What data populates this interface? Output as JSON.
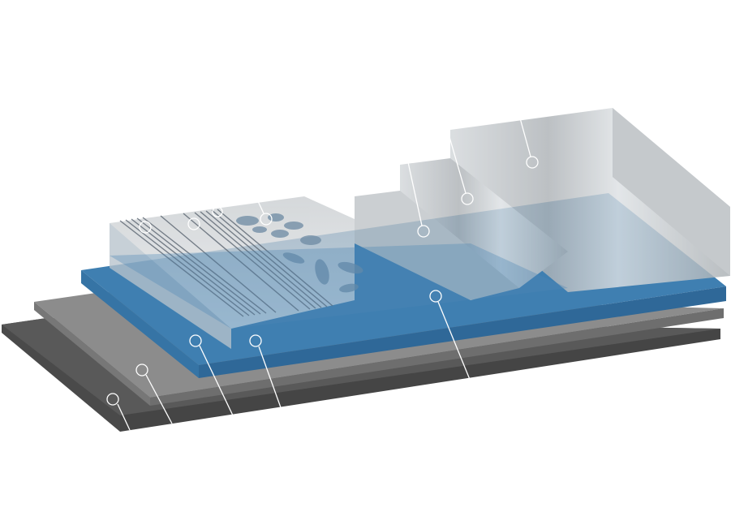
{
  "diagram": {
    "colors": {
      "base_dark": "#5a5a5a",
      "base_mid": "#8f8f8f",
      "blue_layer": "#3e7fb0",
      "silver": "#c7ccd0",
      "callout_line": "#ffffff"
    },
    "callouts": [
      {
        "id": "callout-1",
        "role": "bottom-dark-plate"
      },
      {
        "id": "callout-2",
        "role": "middle-gray-plate"
      },
      {
        "id": "callout-3",
        "role": "blue-layer-left"
      },
      {
        "id": "callout-4",
        "role": "blue-layer-groove"
      },
      {
        "id": "callout-5",
        "role": "blue-layer-front"
      },
      {
        "id": "callout-6",
        "role": "silver-step-low"
      },
      {
        "id": "callout-7",
        "role": "silver-step-mid"
      },
      {
        "id": "callout-8",
        "role": "silver-step-high"
      },
      {
        "id": "callout-9",
        "role": "groove-texture-a"
      },
      {
        "id": "callout-10",
        "role": "groove-texture-b"
      },
      {
        "id": "callout-11",
        "role": "groove-texture-c"
      },
      {
        "id": "callout-12",
        "role": "blob-texture"
      }
    ]
  }
}
